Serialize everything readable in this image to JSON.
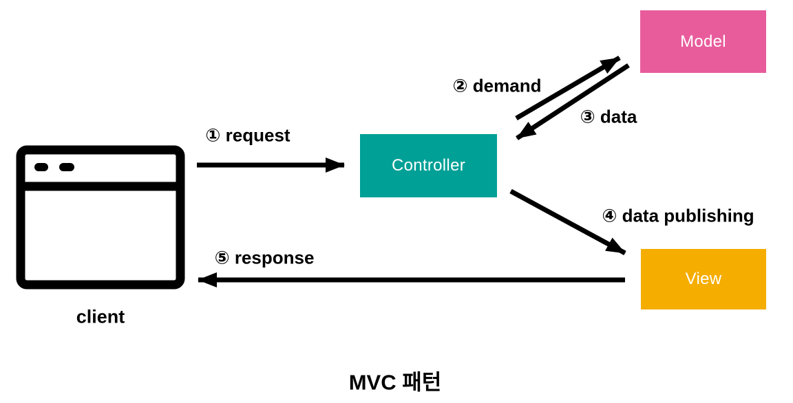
{
  "title": "MVC 패턴",
  "diagram": {
    "client": {
      "label": "client",
      "icon": "browser-window-icon"
    },
    "nodes": [
      {
        "id": "model",
        "label": "Model",
        "color": "#E85C9C"
      },
      {
        "id": "controller",
        "label": "Controller",
        "color": "#00A096"
      },
      {
        "id": "view",
        "label": "View",
        "color": "#F5AD00"
      }
    ],
    "arrows": [
      {
        "id": "request",
        "label": "① request",
        "from": "client",
        "to": "controller"
      },
      {
        "id": "demand",
        "label": "② demand",
        "from": "controller",
        "to": "model"
      },
      {
        "id": "data",
        "label": "③ data",
        "from": "model",
        "to": "controller"
      },
      {
        "id": "data-publishing",
        "label": "④ data publishing",
        "from": "controller",
        "to": "view"
      },
      {
        "id": "response",
        "label": "⑤ response",
        "from": "view",
        "to": "client"
      }
    ],
    "line_color": "#000000"
  }
}
